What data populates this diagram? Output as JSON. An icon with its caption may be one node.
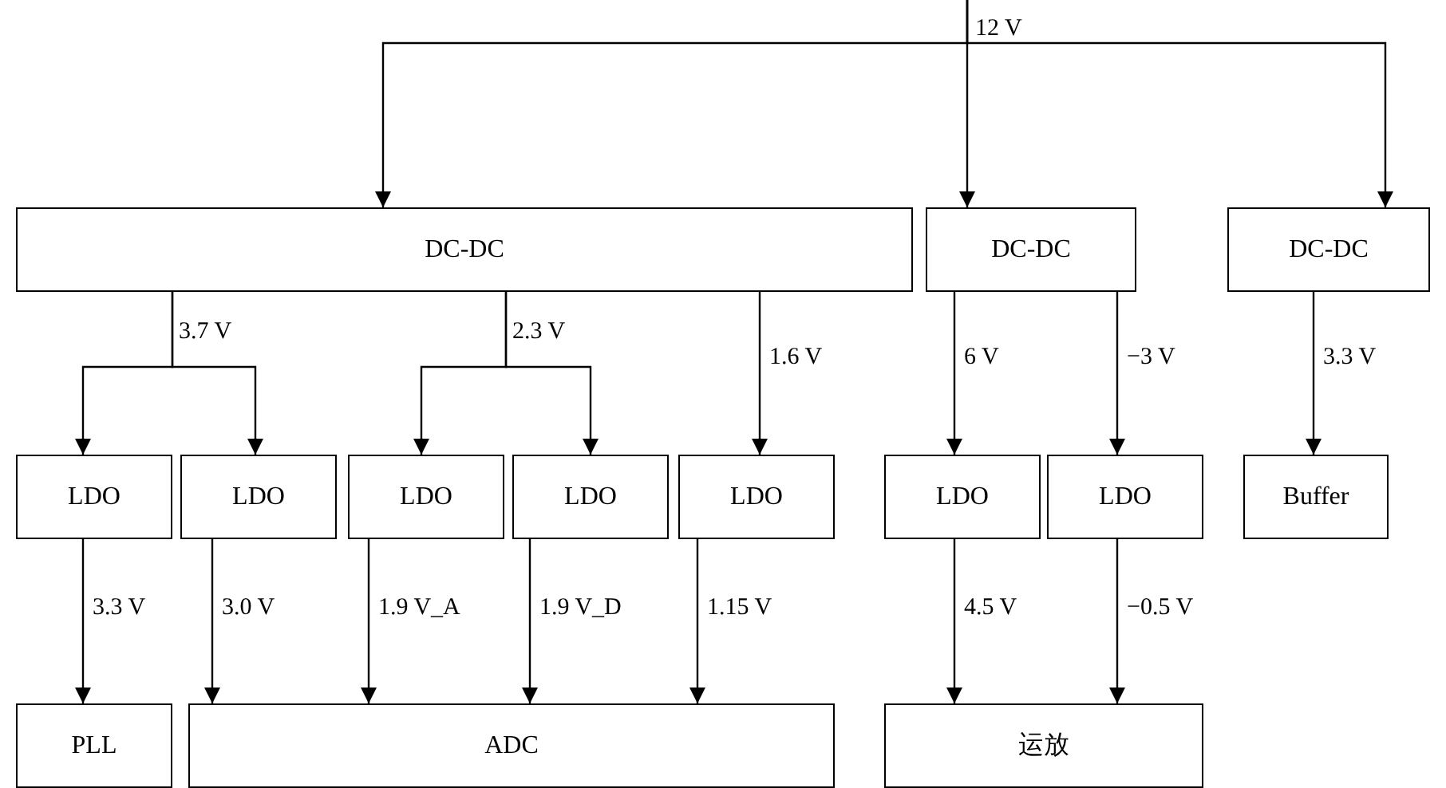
{
  "diagram": {
    "nodes": [
      {
        "text": [
          "DC-DC"
        ]
      },
      {
        "text": [
          "DC-DC"
        ]
      },
      {
        "text": [
          "DC-DC"
        ]
      },
      {
        "text": [
          "LDO"
        ]
      },
      {
        "text": [
          "LDO"
        ]
      },
      {
        "text": [
          "LDO"
        ]
      },
      {
        "text": [
          "LDO"
        ]
      },
      {
        "text": [
          "LDO"
        ]
      },
      {
        "text": [
          "LDO"
        ]
      },
      {
        "text": [
          "LDO"
        ]
      },
      {
        "text": [
          "Buffer"
        ]
      },
      {
        "text": [
          "PLL"
        ]
      },
      {
        "text": [
          "ADC"
        ]
      },
      {
        "text": [
          "运放"
        ]
      }
    ],
    "edges": [
      {
        "from": null,
        "to": 0,
        "arrow": "to",
        "label": "12 V"
      },
      {
        "from": null,
        "to": 1,
        "arrow": "to"
      },
      {
        "from": null,
        "to": 2,
        "arrow": "to"
      },
      {
        "from": 0,
        "to": 3,
        "arrow": "to",
        "label": "3.7 V"
      },
      {
        "from": 0,
        "to": 4,
        "arrow": "to"
      },
      {
        "from": 0,
        "to": 5,
        "arrow": "to",
        "label": "2.3 V"
      },
      {
        "from": 0,
        "to": 6,
        "arrow": "to"
      },
      {
        "from": 0,
        "to": 7,
        "arrow": "to",
        "label": "1.6 V"
      },
      {
        "from": 1,
        "to": 8,
        "arrow": "to",
        "label": "6 V"
      },
      {
        "from": 1,
        "to": 9,
        "arrow": "to",
        "label": "−3 V"
      },
      {
        "from": 2,
        "to": 10,
        "arrow": "to",
        "label": "3.3 V"
      },
      {
        "from": 3,
        "to": 11,
        "arrow": "to",
        "label": "3.3 V"
      },
      {
        "from": 4,
        "to": 12,
        "arrow": "to",
        "label": "3.0 V"
      },
      {
        "from": 5,
        "to": 12,
        "arrow": "to",
        "label": "1.9 V_A"
      },
      {
        "from": 6,
        "to": 12,
        "arrow": "to",
        "label": "1.9 V_D"
      },
      {
        "from": 7,
        "to": 12,
        "arrow": "to",
        "label": "1.15 V"
      },
      {
        "from": 8,
        "to": 13,
        "arrow": "to",
        "label": "4.5 V"
      },
      {
        "from": 9,
        "to": 13,
        "arrow": "to",
        "label": "−0.5 V"
      }
    ]
  }
}
